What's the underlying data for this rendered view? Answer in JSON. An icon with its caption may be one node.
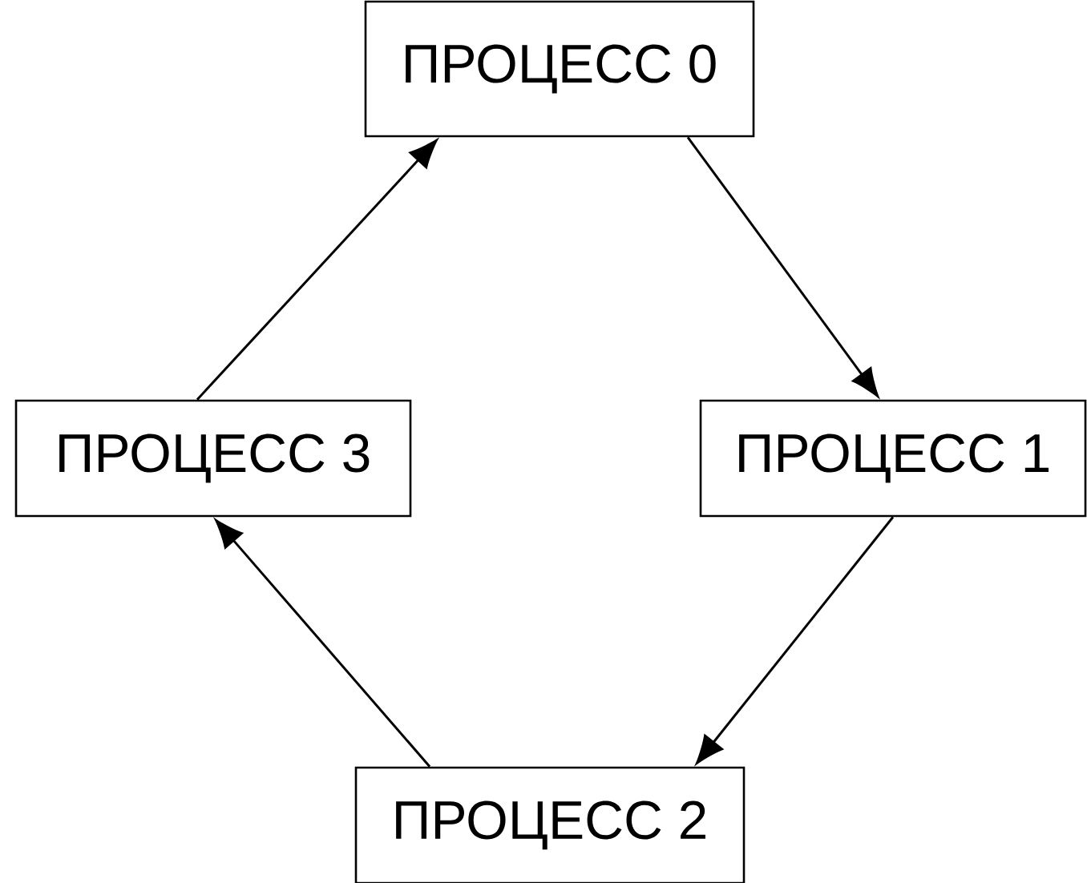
{
  "diagram": {
    "nodes": [
      {
        "text": [
          "ПРОЦЕСС 0"
        ]
      },
      {
        "text": [
          "ПРОЦЕСС 1"
        ]
      },
      {
        "text": [
          "ПРОЦЕСС 2"
        ]
      },
      {
        "text": [
          "ПРОЦЕСС 3"
        ]
      }
    ],
    "edges": [
      {
        "from": 0,
        "to": 1,
        "arrow": "to"
      },
      {
        "from": 1,
        "to": 2,
        "arrow": "to"
      },
      {
        "from": 2,
        "to": 3,
        "arrow": "to"
      },
      {
        "from": 3,
        "to": 0,
        "arrow": "to"
      }
    ]
  }
}
